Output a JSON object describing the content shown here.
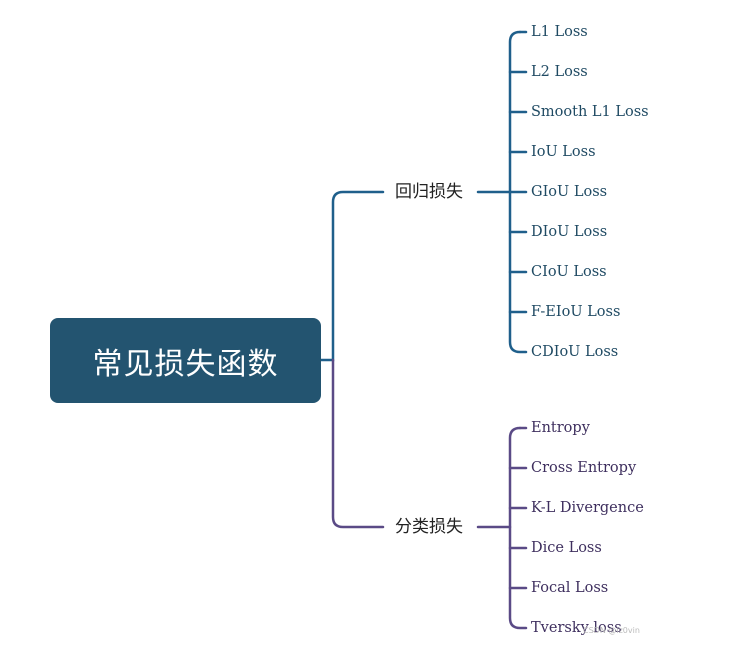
{
  "root": {
    "label": "常见损失函数"
  },
  "branches": [
    {
      "label": "回归损失",
      "color": "#1f5f8b",
      "items": [
        "L1 Loss",
        "L2 Loss",
        "Smooth L1 Loss",
        "IoU Loss",
        "GIoU Loss",
        "DIoU Loss",
        "CIoU Loss",
        "F-EIoU Loss",
        "CDIoU Loss"
      ]
    },
    {
      "label": "分类损失",
      "color": "#5a4a86",
      "items": [
        "Entropy",
        "Cross Entropy",
        "K-L Divergence",
        "Dice Loss",
        "Focal Loss",
        "Tversky loss"
      ]
    }
  ],
  "watermark": "CSDN @iz0vin"
}
